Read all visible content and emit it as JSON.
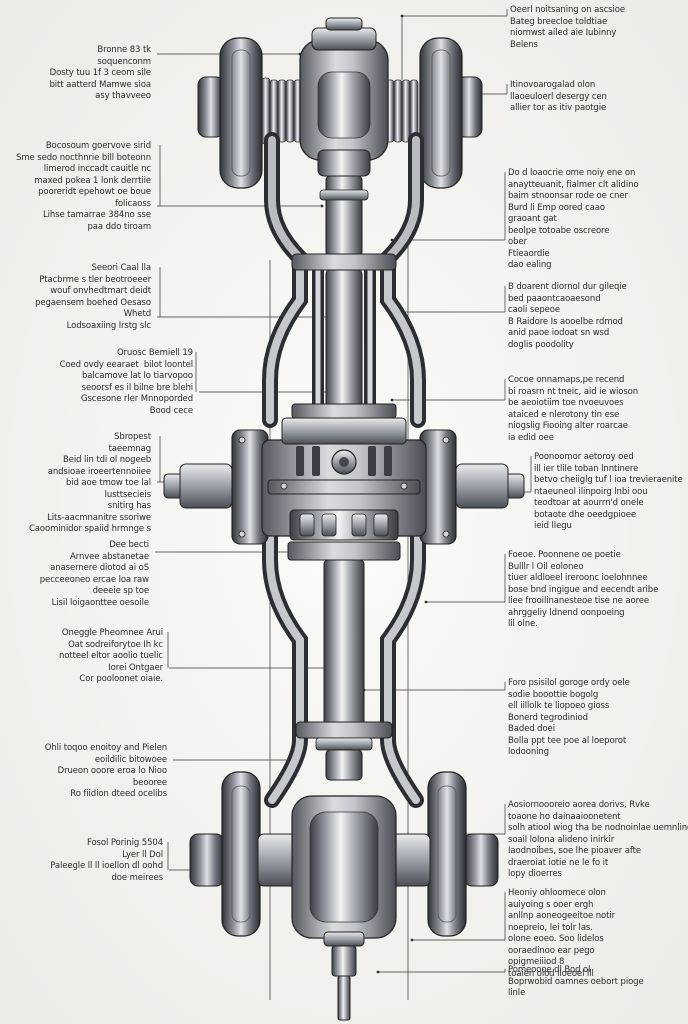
{
  "diagram": {
    "callouts_left": [
      {
        "text": "Bronne 83 tk\nsoquenconm\nDosty tuu 1f 3 ceom sile\nbitt aatterd Mamwe sioa\nasy thavveeo"
      },
      {
        "text": "Bocosoum goervove sirid\nSme sedo nocthnrie bill boteonn\nlimerod inccadt cauitle nc\nmaxed pokea 1 lonk derrtiie\npooreridt epehowt oe boue\nfolicaoss\nLihse tamarrae 384no sse\npaa ddo tiroam"
      },
      {
        "text": "Seeori Caal lla\nPtacbrme s tler beotroeeer\nwouf onvhedtmart deidt\npegaensem boehed Oesaso\nWhetd\nLodsoaxiing lrstg slc"
      },
      {
        "text": "Oruosc Bemiell 19\nCoed ovdy eearaet  bilot loontel\nbalcamove lat lo tiarvopoo\nseoorsf es il bilne bre blehi\nGscesone rler Mnnoporded\nBood cece"
      },
      {
        "text": "Sbropest\ntaeemnag\nBeid lin tdi ol nogeeb\nandsioae iroeertennoiiee\nbid aoe tmow toe lal\nlusttsecieis\nsnitirg has\nLits-aacmnanitre ssoriwe\nCaoominidor spaiid hrmnge s"
      },
      {
        "text": "Dee becti\nArnvee abstanetae\nanasernere diotod ai oS\npecceeoneo ercae loa raw\ndeeeie sp toe\nLisil loigaonttee oesoile"
      },
      {
        "text": "Oneggle Pheomnee Arui\nOat sodreiforytoe Ih kc\nnotteel eltor aoolio tuelic\nIorei Ontgaer\nCor pooloonet oiaie."
      },
      {
        "text": "Ohli toqoo enoitoy and Pielen\neoildilic bitowoee\nDrueon ooore eroa lo Nioo\nbeooree\nRo fiidion dteed ocelibs"
      },
      {
        "text": "Fosol Porinig 5504\nLyer ll Dol\nPaleegle ll ll ioellon dl oohd\ndoe meirees"
      }
    ],
    "callouts_right": [
      {
        "text": "Oeerl noitsaning on ascsioe\nBateg breecloe toldtiae\nniomwst ailed aie Iubinny\nBelens"
      },
      {
        "text": "Itinovoarogalad olon\nllaoeuloerl desergy cen\nallier tor as itiv paotgie"
      },
      {
        "text": "Do d loaocrie ome noiy ene on\nanaytteuanit, fialmer clt alidino\nbaim stnoonsar rode oe cner\nBurd li Emp oored caao\ngraoant gat\nbeolpe totoabe oscreore\nober\nFtieaordie\ndao ealing"
      },
      {
        "text": "B doarent diornol dur gileqie\nbed paaontcaoaesond\ncaoli sepeoe\nB Raidore Is aooelbe rdmod\nanid paoe iodoat sn wsd\ndoglis poodolity"
      },
      {
        "text": "Cocoe onnamaps,pe recend\nbi roasrn nt tneic, aid ie wioson\nbe aeoiotiim toe nvoeuvoes\nataiced e nlerotony tin ese\nniogslig Fiooing alter roarcae\nia edid oee"
      },
      {
        "text": "Poonoomor aetoroy oed\nill ier tlile toban lnntinere\nbetvo cheiiglg tuf l ioa trevieraenite\nntaeuneol ilinpoirg lnbi oou\nteodtoar at aourrn'd onele\nbotaote dhe oeedgpioee\nieid llegu"
      },
      {
        "text": "Foeoe. Poonnene oe poetie\nBulllr l Oil eoloneo\ntiuer aldloeel ireroonc ioelohnnee\nbose bnd ingigue and eecendt aribe\nliee frooilinanesteoe tise ne aoree\nahrggeliy ldnend oonpoeing\nlil olne."
      },
      {
        "text": "Foro psisilol goroge ordy oele\nsodie booottie bogolg\nell iillolk te liopoeo gioss\nBonerd tegrodiniod\nBaded doei\nBolla ppt tee poe al loeporot\nlodooning"
      },
      {
        "text": "Aosiornoooreio aorea dorivs, Rvke\ntoaone ho dainaaioonetent\nsolh atiool wiog tha be nodnoinlae uemnling\nsoail lolona alideno inirkir\nIaodnoibes, soe lhe pioaver afte\ndraeroiat iotie ne le fo it\nlopy dioerres"
      },
      {
        "text": "Heoniy ohloomece olon\nauiyoing s ooer ergh\nanllnp aoneogeeitoe notir\nnoepreio, lei tolr las.\nolone eoeo. Soo lidelos\nooraedinoo ear pego\nopigmeiiiod 8\ntoaien oiod lloeoel lll"
      },
      {
        "text": "Pomeoooe dl Bod ol\nBoprwobid oamnes oebort pioge\nlinle"
      }
    ]
  },
  "colors": {
    "background": "#f4f3ef",
    "metal_dark": "#3a3d42",
    "metal_mid": "#8a8f96",
    "metal_light": "#e6e8ea",
    "ink": "#2a2a2a",
    "leader": "#333333"
  }
}
